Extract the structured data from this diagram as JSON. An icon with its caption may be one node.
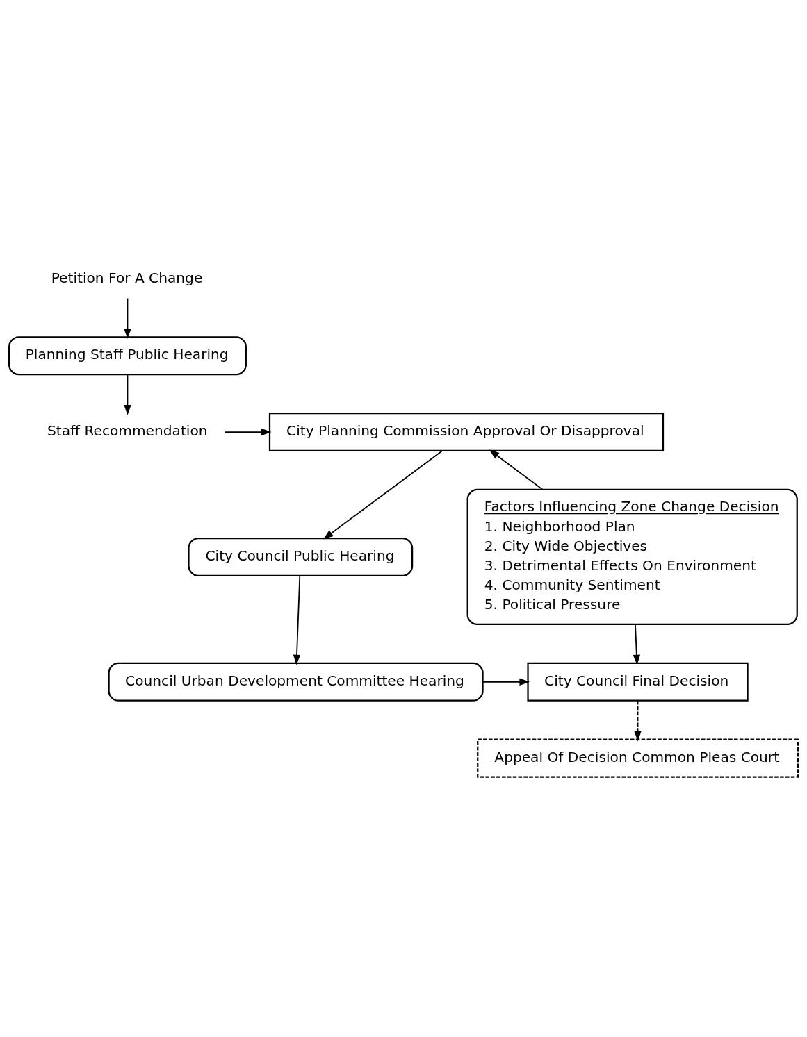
{
  "diagram": {
    "nodes": [
      {
        "text": [
          "Petition For A Change"
        ]
      },
      {
        "text": [
          "Planning Staff Public Hearing"
        ]
      },
      {
        "text": [
          "Staff Recommendation"
        ]
      },
      {
        "text": [
          "City Planning Commission Approval Or Disapproval"
        ]
      },
      {
        "text": [
          "Factors Influencing Zone Change Decision",
          "1. Neighborhood Plan",
          "2. City Wide Objectives",
          "3. Detrimental Effects On Environment",
          "4. Community Sentiment",
          "5. Political Pressure"
        ]
      },
      {
        "text": [
          "City Council Public Hearing"
        ]
      },
      {
        "text": [
          "Council Urban Development Committee Hearing"
        ]
      },
      {
        "text": [
          "City Council Final Decision"
        ]
      },
      {
        "text": [
          "Appeal Of Decision Common Pleas Court"
        ]
      }
    ],
    "edges": [
      {
        "from": 0,
        "to": 1,
        "arrow": "to"
      },
      {
        "from": 1,
        "to": 2,
        "arrow": "to"
      },
      {
        "from": 2,
        "to": 3,
        "arrow": "to"
      },
      {
        "from": 3,
        "to": 5,
        "arrow": "to"
      },
      {
        "from": 4,
        "to": 3,
        "arrow": "to"
      },
      {
        "from": 5,
        "to": 6,
        "arrow": "to"
      },
      {
        "from": 6,
        "to": 7,
        "arrow": "to"
      },
      {
        "from": 4,
        "to": 7,
        "arrow": "to"
      },
      {
        "from": 7,
        "to": 8,
        "arrow": "to",
        "style": "dashed"
      }
    ]
  }
}
